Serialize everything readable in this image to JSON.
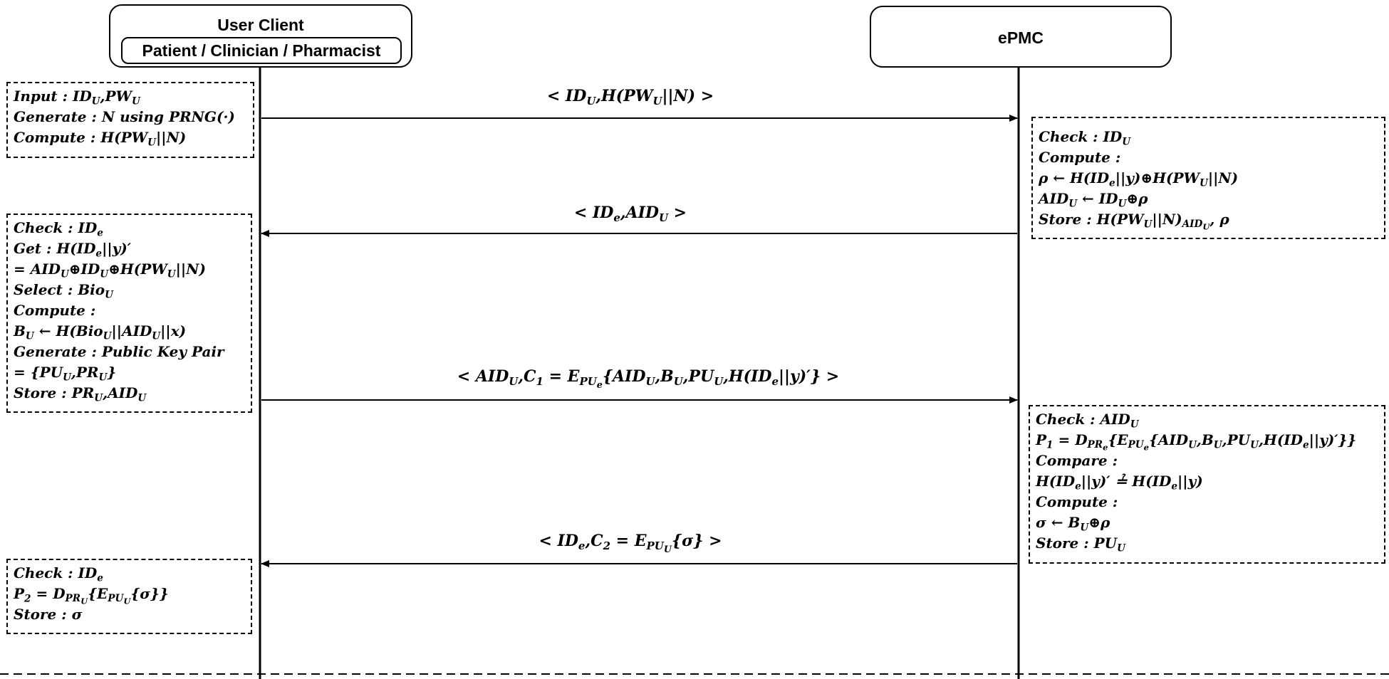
{
  "participants": {
    "client": {
      "title": "User Client",
      "subtitle": "Patient / Clinician / Pharmacist"
    },
    "server": {
      "title": "ePMC"
    }
  },
  "messages": [
    {
      "html": "&lt; ID<sub>U</sub>,H(PW<sub>U</sub>||N) &gt;",
      "direction": "client-to-server"
    },
    {
      "html": "&lt; ID<sub>e</sub>,AID<sub>U</sub> &gt;",
      "direction": "server-to-client"
    },
    {
      "html": "&lt; AID<sub>U</sub>,C<sub>1</sub> = E<sub>PU<sub>e</sub></sub>{AID<sub>U</sub>,B<sub>U</sub>,PU<sub>U</sub>,H(ID<sub>e</sub>||y)′} &gt;",
      "direction": "client-to-server"
    },
    {
      "html": "&lt; ID<sub>e</sub>,C<sub>2</sub> = E<sub>PU<sub>U</sub></sub>{σ} &gt;",
      "direction": "server-to-client"
    }
  ],
  "client_notes": [
    [
      "Input : ID<sub>U</sub>,PW<sub>U</sub>",
      "Generate : N using PRNG(·)",
      "Compute : H(PW<sub>U</sub>||N)"
    ],
    [
      "Check : ID<sub>e</sub>",
      "Get : H(ID<sub>e</sub>||y)′",
      "= AID<sub>U</sub>⊕ID<sub>U</sub>⊕H(PW<sub>U</sub>||N)",
      "Select : Bio<sub>U</sub>",
      "Compute :",
      "B<sub>U</sub> ← H(Bio<sub>U</sub>||AID<sub>U</sub>||x)",
      "Generate : Public Key Pair",
      "= {PU<sub>U</sub>,PR<sub>U</sub>}",
      "Store : PR<sub>U</sub>,AID<sub>U</sub>"
    ],
    [
      "Check : ID<sub>e</sub>",
      "P<sub>2</sub> = D<sub>PR<sub>U</sub></sub>{E<sub>PU<sub>U</sub></sub>{σ}}",
      "Store : σ"
    ]
  ],
  "server_notes": [
    [
      "Check : ID<sub>U</sub>",
      "Compute :",
      "ρ ← H(ID<sub>e</sub>||y)⊕H(PW<sub>U</sub>||N)",
      "AID<sub>U</sub> ← ID<sub>U</sub>⊕ρ",
      "Store : H(PW<sub>U</sub>||N)<sub>AID<sub>U</sub></sub>, ρ"
    ],
    [
      "Check : AID<sub>U</sub>",
      "P<sub>1</sub> = D<sub>PR<sub>e</sub></sub>{E<sub>PU<sub>e</sub></sub>{AID<sub>U</sub>,B<sub>U</sub>,PU<sub>U</sub>,H(ID<sub>e</sub>||y)′}}",
      "Compare :",
      "H(ID<sub>e</sub>||y)′ ≟ H(ID<sub>e</sub>||y)",
      "Compute :",
      "σ ← B<sub>U</sub>⊕ρ",
      "Store : PU<sub>U</sub>"
    ]
  ]
}
